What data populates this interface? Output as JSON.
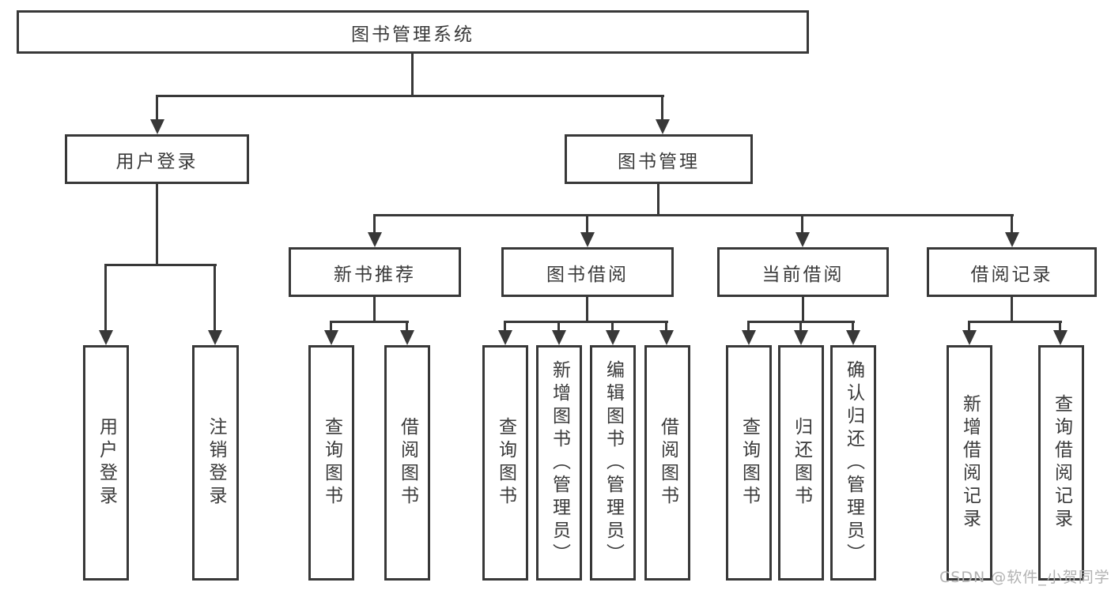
{
  "diagram": {
    "type": "hierarchy-tree",
    "tree": {
      "label": "图书管理系统",
      "children": [
        {
          "label": "用户登录",
          "children": [
            {
              "label": "用户登录"
            },
            {
              "label": "注销登录"
            }
          ]
        },
        {
          "label": "图书管理",
          "children": [
            {
              "label": "新书推荐",
              "children": [
                {
                  "label": "查询图书"
                },
                {
                  "label": "借阅图书"
                }
              ]
            },
            {
              "label": "图书借阅",
              "children": [
                {
                  "label": "查询图书"
                },
                {
                  "label": "新增图书（管理员）"
                },
                {
                  "label": "编辑图书（管理员）"
                },
                {
                  "label": "借阅图书"
                }
              ]
            },
            {
              "label": "当前借阅",
              "children": [
                {
                  "label": "查询图书"
                },
                {
                  "label": "归还图书"
                },
                {
                  "label": "确认归还（管理员）"
                }
              ]
            },
            {
              "label": "借阅记录",
              "children": [
                {
                  "label": "新增借阅记录"
                },
                {
                  "label": "查询借阅记录"
                }
              ]
            }
          ]
        }
      ]
    },
    "watermark": "CSDN @软件_小贺同学",
    "colors": {
      "line": "#383838",
      "text": "#3a3a3a",
      "watermark": "#b2b2b2",
      "background": "#ffffff"
    }
  }
}
